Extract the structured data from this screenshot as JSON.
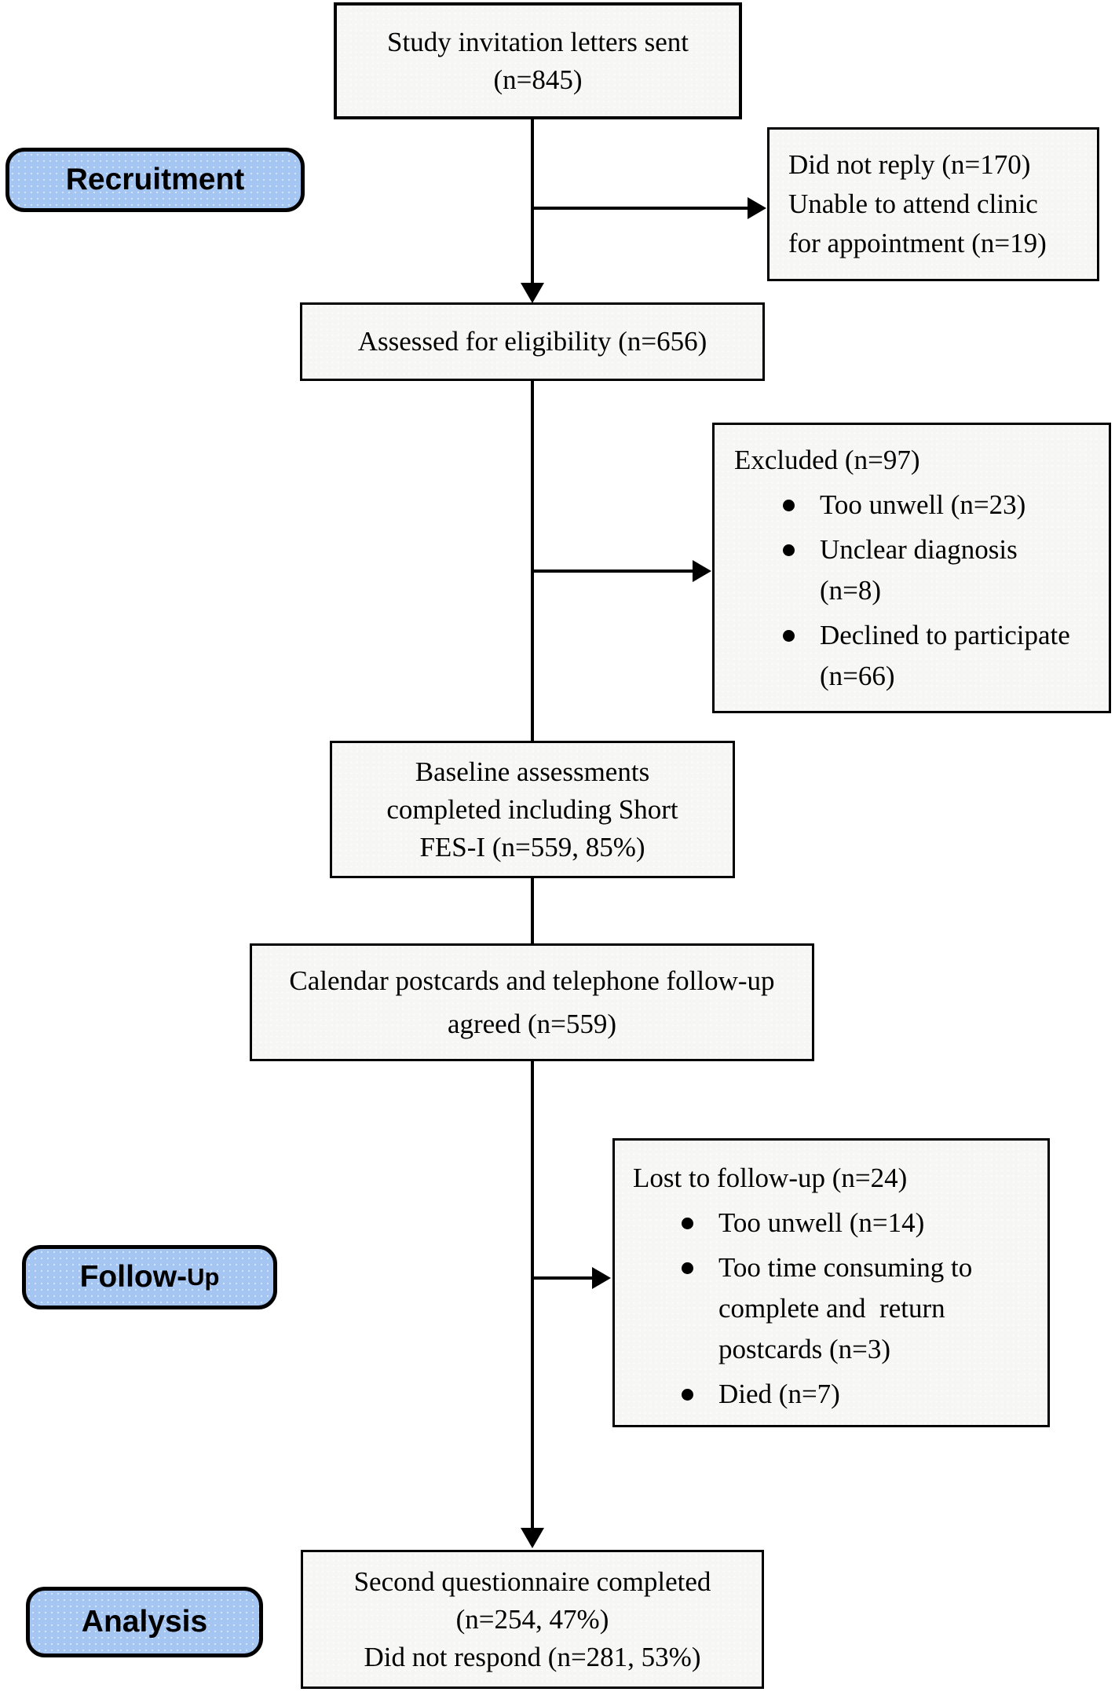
{
  "figure": {
    "background": "#ffffff",
    "box_fill": "#f6f6f4",
    "stage_fill": "#a5c6f2",
    "line_color": "#000000"
  },
  "stages": {
    "recruitment": {
      "label": "Recruitment"
    },
    "followup": {
      "label_part1": "Follow-",
      "label_part2": "Up"
    },
    "analysis": {
      "label": "Analysis"
    }
  },
  "boxes": {
    "invitation": {
      "text": "Study invitation letters sent\n(n=845)"
    },
    "no_reply": {
      "text": "Did not reply (n=170)\nUnable to attend clinic\nfor appointment (n=19)"
    },
    "assessed": {
      "text": "Assessed for eligibility (n=656)"
    },
    "excluded": {
      "title": "Excluded (n=97)",
      "items": [
        "Too unwell (n=23)",
        "Unclear diagnosis\n(n=8)",
        "Declined to participate\n(n=66)"
      ]
    },
    "baseline": {
      "text": "Baseline assessments\ncompleted including Short\nFES-I (n=559, 85%)"
    },
    "calendar": {
      "text": "Calendar postcards and telephone follow-up\nagreed (n=559)"
    },
    "lost": {
      "title": "Lost to follow-up (n=24)",
      "items": [
        "Too unwell (n=14)",
        "Too time consuming to\ncomplete and  return\npostcards (n=3)",
        "Died (n=7)"
      ]
    },
    "second": {
      "text": "Second questionnaire completed\n(n=254, 47%)\nDid not respond (n=281, 53%)"
    }
  }
}
